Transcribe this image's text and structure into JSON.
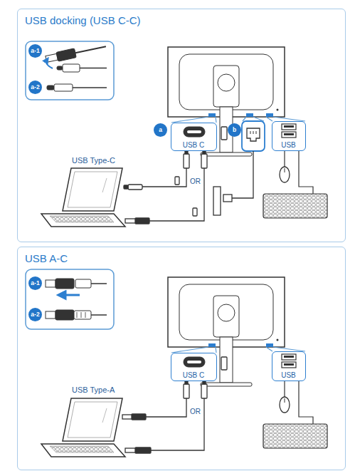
{
  "diagram": {
    "nodes": [
      {
        "text": [
          "USB docking (USB C-C)"
        ]
      },
      {
        "text": [
          "a-1"
        ],
        "in": 0
      },
      {
        "text": [
          "a-2"
        ],
        "in": 0
      },
      {
        "text": [
          "a"
        ],
        "in": 0
      },
      {
        "text": [
          "USB C"
        ],
        "in": 0
      },
      {
        "text": [
          "b"
        ],
        "in": 0
      },
      {
        "text": [
          "USB"
        ],
        "in": 0
      },
      {
        "text": [
          "USB A-C"
        ]
      },
      {
        "text": [
          "a-1"
        ],
        "in": 7
      },
      {
        "text": [
          "a-2"
        ],
        "in": 7
      },
      {
        "text": [
          "USB C"
        ],
        "in": 7
      },
      {
        "text": [
          "USB"
        ],
        "in": 7
      }
    ],
    "labels": [
      "USB Type-C",
      "OR",
      "USB Type-A",
      "OR"
    ]
  }
}
